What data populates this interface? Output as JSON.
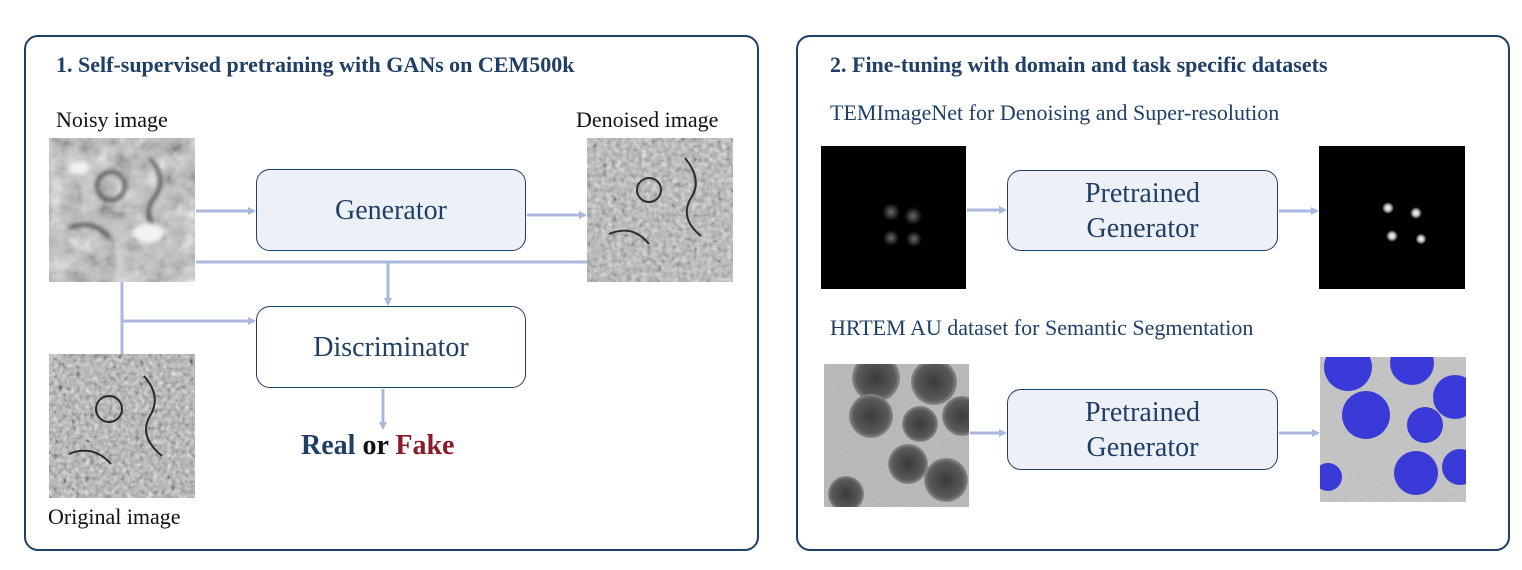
{
  "panel1": {
    "title": "1. Self-supervised pretraining with GANs on CEM500k",
    "noisy_label": "Noisy image",
    "denoised_label": "Denoised image",
    "original_label": "Original image",
    "generator_label": "Generator",
    "discriminator_label": "Discriminator",
    "verdict": {
      "real": "Real",
      "or": "or",
      "fake": "Fake"
    }
  },
  "panel2": {
    "title": "2. Fine-tuning with domain and task specific datasets",
    "row1_label": "TEMImageNet for Denoising and Super-resolution",
    "row2_label": "HRTEM AU dataset for Semantic Segmentation",
    "pretrained_line1": "Pretrained",
    "pretrained_line2": "Generator"
  },
  "colors": {
    "border": "#1c3f66",
    "title": "#1f3f66",
    "arrow": "#aab8e0",
    "box_fill": "#eef0f8",
    "real": "#1f3f66",
    "fake": "#8b1a2a",
    "segmentation_blue": "#3a3ad8"
  }
}
